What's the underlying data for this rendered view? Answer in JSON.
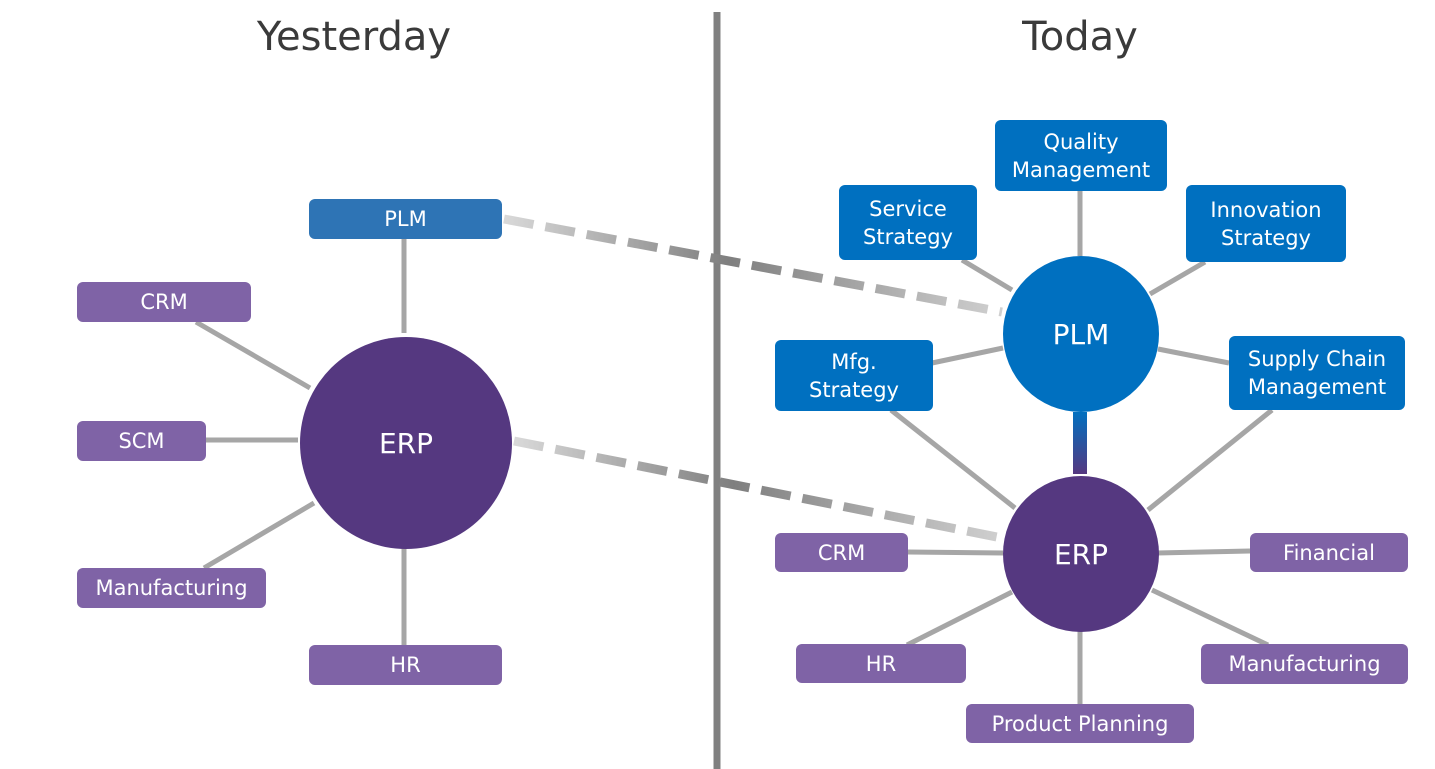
{
  "headings": {
    "yesterday": "Yesterday",
    "today": "Today"
  },
  "yesterday": {
    "hub": "ERP",
    "nodes": {
      "plm": "PLM",
      "crm": "CRM",
      "scm": "SCM",
      "manufacturing": "Manufacturing",
      "hr": "HR"
    }
  },
  "today": {
    "plm_hub": "PLM",
    "erp_hub": "ERP",
    "plm_nodes": {
      "quality": "Quality\nManagement",
      "service": "Service\nStrategy",
      "innovation": "Innovation\nStrategy",
      "mfg": "Mfg.\nStrategy",
      "supply_chain": "Supply Chain\nManagement"
    },
    "erp_nodes": {
      "crm": "CRM",
      "financial": "Financial",
      "hr": "HR",
      "manufacturing": "Manufacturing",
      "product_planning": "Product Planning"
    }
  },
  "colors": {
    "erp_purple": "#553880",
    "node_purple": "#7f63a6",
    "plm_blue": "#0070c0",
    "old_plm_blue": "#2e74b5",
    "connector_gray": "#a6a6a6",
    "divider_gray": "#808080"
  }
}
